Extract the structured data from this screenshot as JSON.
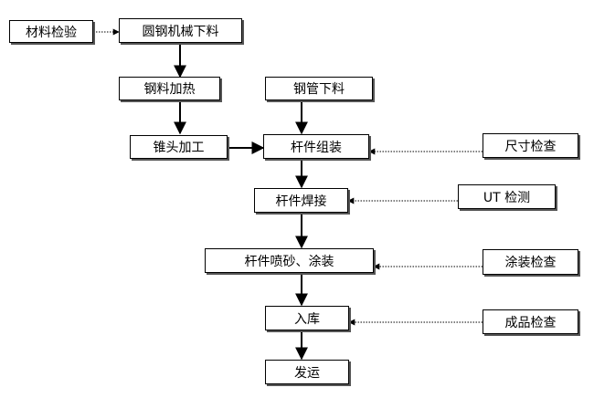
{
  "nodes": {
    "material_inspection": "材料检验",
    "round_steel_cutting": "圆钢机械下料",
    "steel_heating": "钢料加热",
    "steel_pipe_cutting": "钢管下料",
    "cone_head_machining": "锥头加工",
    "rod_assembly": "杆件组装",
    "dimension_check": "尺寸检查",
    "rod_welding": "杆件焊接",
    "ut_test": "UT 检测",
    "sandblast_coating": "杆件喷砂、涂装",
    "coating_check": "涂装检查",
    "warehousing": "入库",
    "product_check": "成品检查",
    "shipping": "发运"
  },
  "edges": [
    {
      "from": "material_inspection",
      "to": "round_steel_cutting",
      "style": "dotted"
    },
    {
      "from": "round_steel_cutting",
      "to": "steel_heating",
      "style": "solid"
    },
    {
      "from": "steel_heating",
      "to": "cone_head_machining",
      "style": "solid"
    },
    {
      "from": "steel_pipe_cutting",
      "to": "rod_assembly",
      "style": "solid"
    },
    {
      "from": "cone_head_machining",
      "to": "rod_assembly",
      "style": "solid"
    },
    {
      "from": "dimension_check",
      "to": "rod_assembly",
      "style": "dotted"
    },
    {
      "from": "rod_assembly",
      "to": "rod_welding",
      "style": "solid"
    },
    {
      "from": "ut_test",
      "to": "rod_welding",
      "style": "dotted"
    },
    {
      "from": "rod_welding",
      "to": "sandblast_coating",
      "style": "solid"
    },
    {
      "from": "coating_check",
      "to": "sandblast_coating",
      "style": "dotted"
    },
    {
      "from": "sandblast_coating",
      "to": "warehousing",
      "style": "solid"
    },
    {
      "from": "product_check",
      "to": "warehousing",
      "style": "dotted"
    },
    {
      "from": "warehousing",
      "to": "shipping",
      "style": "solid"
    }
  ]
}
